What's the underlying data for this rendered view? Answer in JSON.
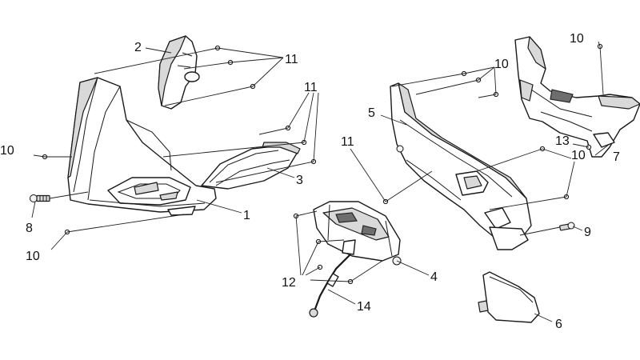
{
  "diagram": {
    "callouts": {
      "c1": "1",
      "c2": "2",
      "c3": "3",
      "c4": "4",
      "c5": "5",
      "c6": "6",
      "c7": "7",
      "c8": "8",
      "c9": "9",
      "c10a": "10",
      "c10b": "10",
      "c10c": "10",
      "c10d": "10",
      "c10e": "10",
      "c11a": "11",
      "c11b": "11",
      "c11c": "11",
      "c12": "12",
      "c13": "13",
      "c14": "14"
    }
  }
}
